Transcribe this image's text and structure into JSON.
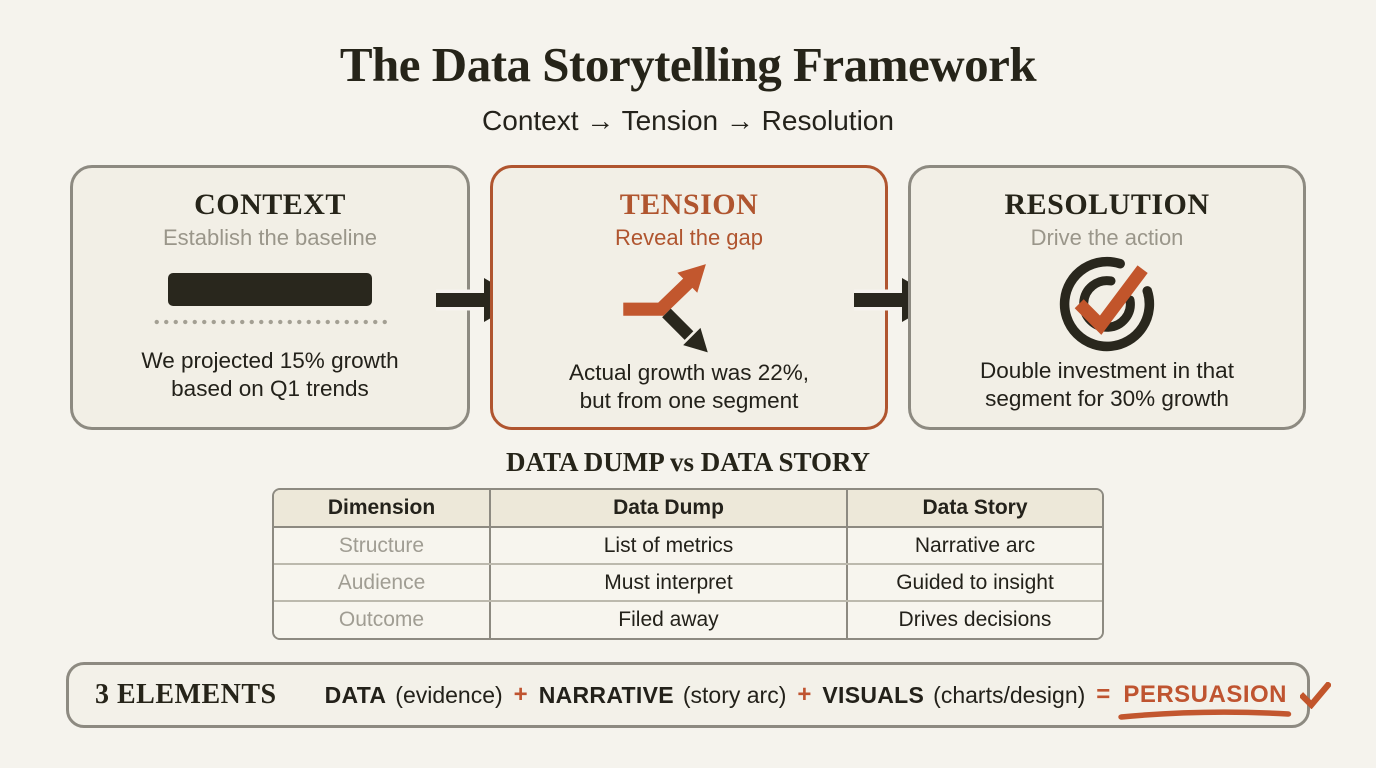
{
  "page": {
    "title": "The Data Storytelling Framework",
    "subtitle": "Context → Tension → Resolution"
  },
  "flow": {
    "stages": [
      {
        "heading": "CONTEXT",
        "subheading": "Establish the baseline",
        "icon": "baseline-bar-icon",
        "caption": [
          "We projected 15% growth",
          "based on Q1 trends"
        ]
      },
      {
        "heading": "TENSION",
        "subheading": "Reveal the gap",
        "icon": "diverging-arrows-icon",
        "caption": [
          "Actual growth was 22%,",
          "but from one segment"
        ]
      },
      {
        "heading": "RESOLUTION",
        "subheading": "Drive the action",
        "icon": "target-check-icon",
        "caption": [
          "Double investment in that",
          "segment for 30% growth"
        ]
      }
    ]
  },
  "comparison": {
    "title": "DATA DUMP vs DATA STORY",
    "columns": [
      "Dimension",
      "Data Dump",
      "Data Story"
    ],
    "rows": [
      [
        "Structure",
        "List of metrics",
        "Narrative arc"
      ],
      [
        "Audience",
        "Must interpret",
        "Guided to insight"
      ],
      [
        "Outcome",
        "Filed away",
        "Drives decisions"
      ]
    ]
  },
  "formula": {
    "label": "3 ELEMENTS",
    "terms": [
      {
        "name": "DATA",
        "desc": "(evidence)"
      },
      {
        "name": "NARRATIVE",
        "desc": "(story arc)"
      },
      {
        "name": "VISUALS",
        "desc": "(charts/design)"
      }
    ],
    "plus": "+",
    "equals": "=",
    "result": "PERSUASION",
    "check_icon": "checkmark-icon"
  },
  "colors": {
    "background": "#F5F3ED",
    "card_background": "#F2EFE6",
    "border_gray": "#8D8A81",
    "ink_dark": "#29271D",
    "text_gray": "#9A968A",
    "accent_orange": "#B0552F",
    "icon_orange": "#C2572E"
  }
}
